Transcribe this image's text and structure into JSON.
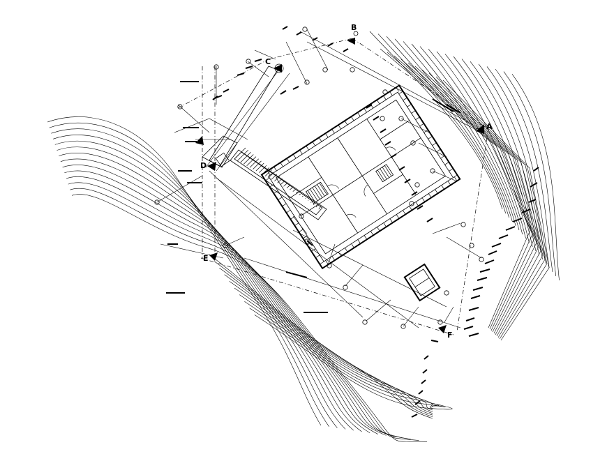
{
  "drawing": {
    "section_markers": [
      {
        "id": "marker-a",
        "label": "A"
      },
      {
        "id": "marker-b",
        "label": "B"
      },
      {
        "id": "marker-c",
        "label": "C"
      },
      {
        "id": "marker-d",
        "label": "D"
      },
      {
        "id": "marker-e",
        "label": "E"
      },
      {
        "id": "marker-f",
        "label": "F"
      }
    ]
  }
}
